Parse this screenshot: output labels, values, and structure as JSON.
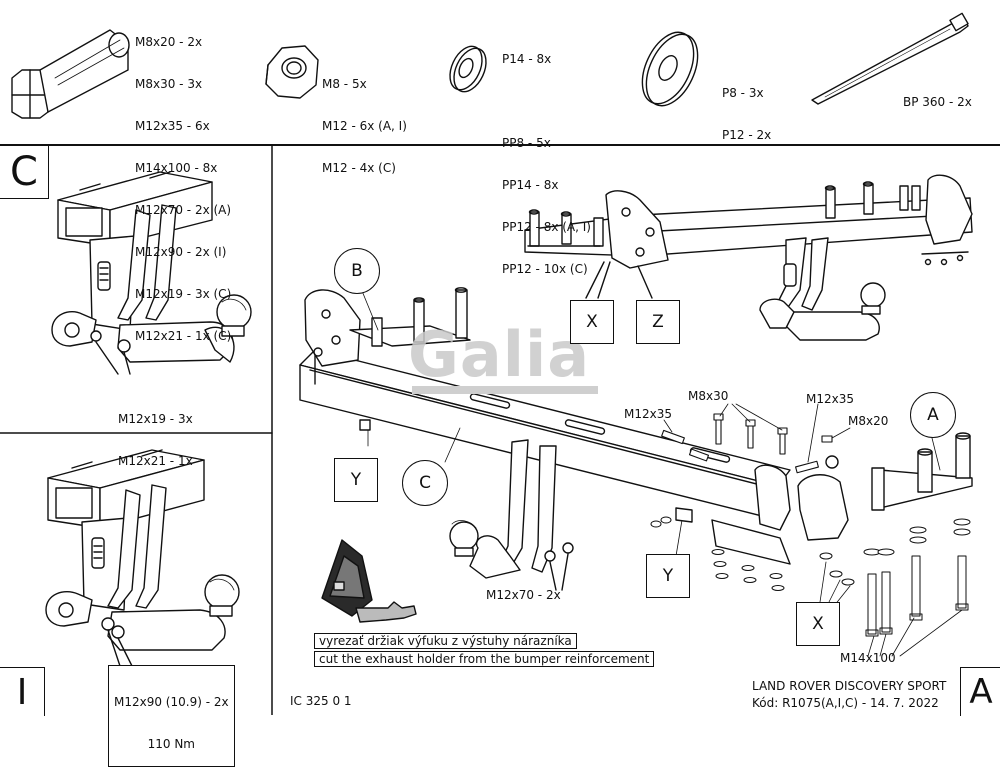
{
  "parts": {
    "bolt": {
      "lines": [
        "M8x20 - 2x",
        "M8x30 - 3x",
        "M12x35 - 6x",
        "M14x100 - 8x",
        "M12x70 - 2x (A)",
        "M12x90 - 2x (I)",
        "M12x19 - 3x (C)",
        "M12x21 - 1x (C)"
      ]
    },
    "nut": {
      "lines": [
        "M8 - 5x",
        "M12 - 6x (A, I)",
        "M12 - 4x (C)"
      ]
    },
    "washer": {
      "lines": [
        "P14 - 8x",
        "",
        "PP8 - 5x",
        "PP14 - 8x",
        "PP12 - 8x (A, I)",
        "PP12 - 10x (C)"
      ]
    },
    "plate": {
      "lines": [
        "P8 - 3x",
        "P12 - 2x"
      ]
    },
    "tie": {
      "lines": [
        "BP 360 - 2x"
      ]
    }
  },
  "panel_c": {
    "letter": "C",
    "callout1": "M12x19 - 3x",
    "callout2": "M12x21 - 1x"
  },
  "panel_i": {
    "letter": "I",
    "callout1": "M12x90 (10.9) - 2x",
    "callout2": "110 Nm",
    "code": "IC 325 0 1"
  },
  "main": {
    "labels": {
      "B": "B",
      "C": "C",
      "A": "A",
      "X1": "X",
      "Z": "Z",
      "Y1": "Y",
      "Y2": "Y",
      "X2": "X"
    },
    "callouts": {
      "m12x35_left": "M12x35",
      "m8x30": "M8x30",
      "m12x35_right": "M12x35",
      "m8x20": "M8x20",
      "m12x70": "M12x70 - 2x",
      "m14x100": "M14x100"
    },
    "note_sk": "vyrezať držiak výfuku z výstuhy nárazníka",
    "note_en": "cut the exhaust holder from the bumper reinforcement",
    "watermark": "Galia"
  },
  "footer": {
    "vehicle": "LAND ROVER DISCOVERY SPORT",
    "code_line": "Kód: R1075(A,I,C) - 14. 7. 2022",
    "letter": "A"
  }
}
